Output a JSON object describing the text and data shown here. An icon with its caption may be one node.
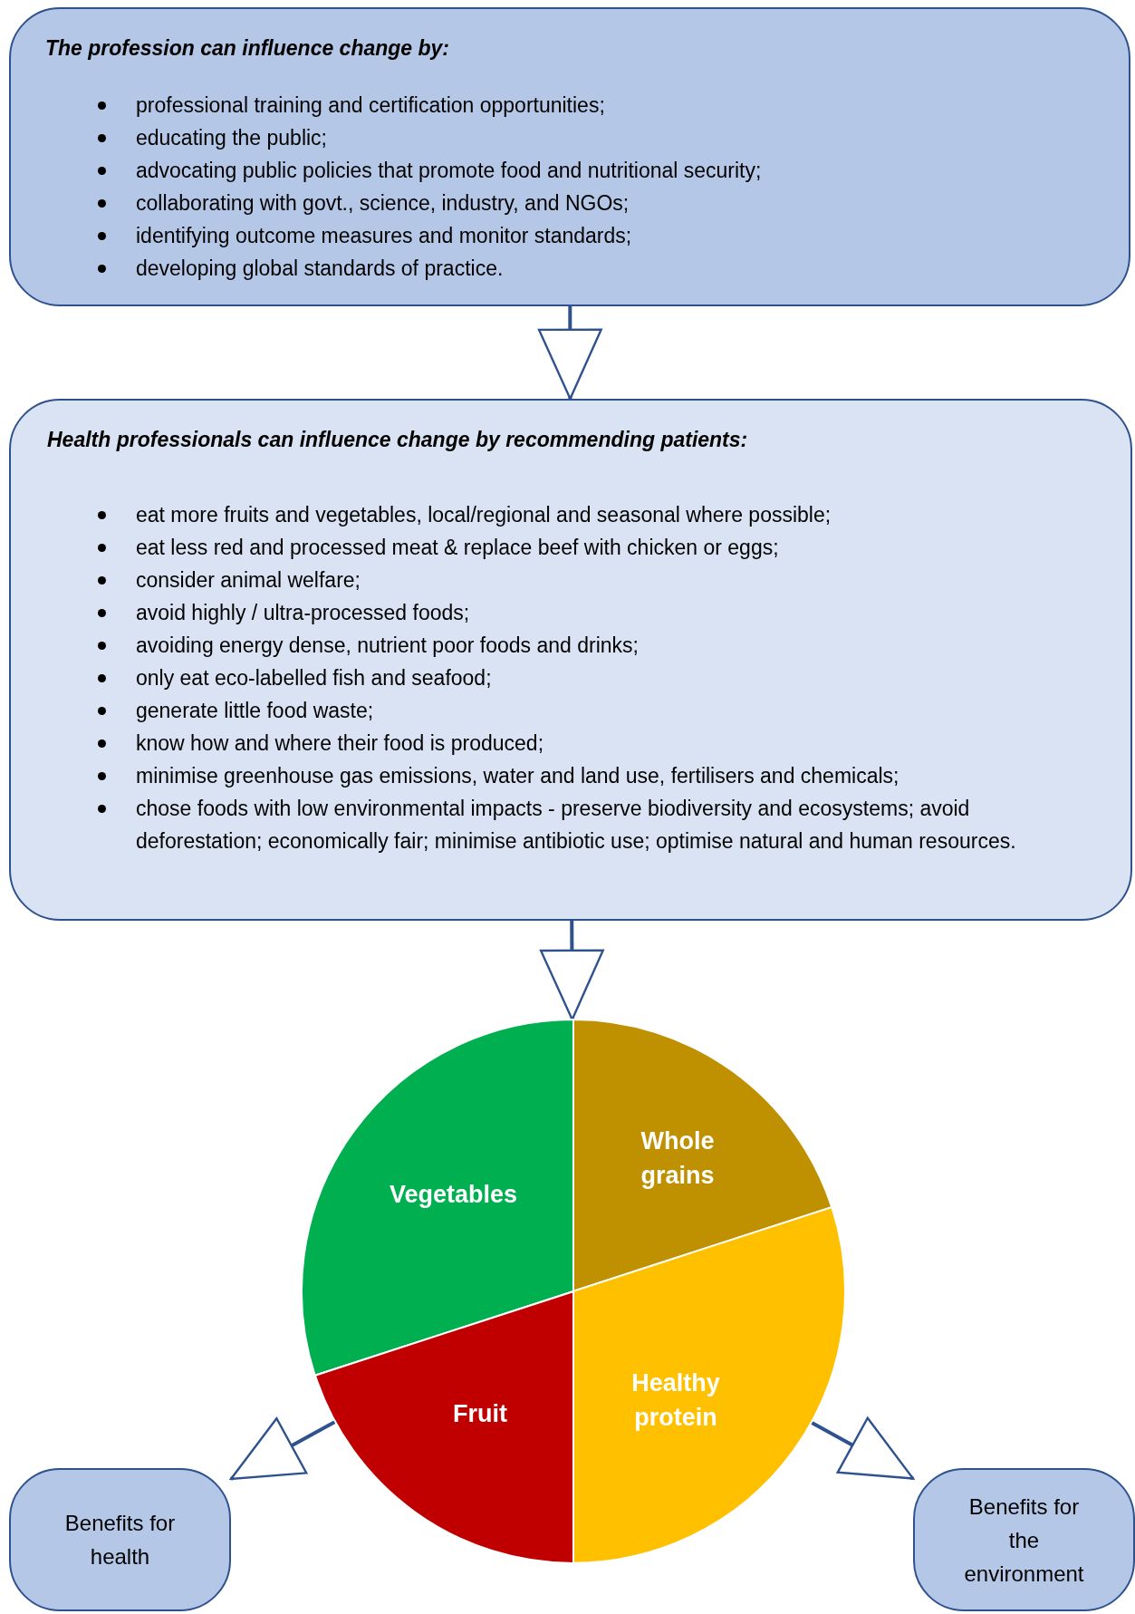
{
  "diagram": {
    "nodes": [
      {
        "text": [
          "The profession can influence change by:",
          "professional training and certification opportunities;",
          "educating the public;",
          "advocating public policies that promote food and nutritional security;",
          "collaborating with govt., science, industry, and NGOs;",
          "identifying outcome measures and monitor standards;",
          "developing global standards of practice."
        ]
      },
      {
        "text": [
          "Health professionals can influence change by recommending patients:",
          "eat more fruits and vegetables, local/regional and seasonal where possible;",
          "eat less red and processed meat & replace beef with chicken or eggs;",
          "consider animal welfare;",
          "avoid highly / ultra-processed foods;",
          "avoiding energy dense, nutrient poor foods and drinks;",
          "only eat eco-labelled fish and seafood;",
          "generate little food waste;",
          "know how and where their food is produced;",
          "minimise greenhouse gas emissions, water and land use, fertilisers and chemicals;",
          "chose foods with low environmental impacts - preserve biodiversity and ecosystems; avoid deforestation; economically fair; minimise antibiotic use; optimise natural and human resources."
        ]
      },
      {
        "text": [],
        "shape": "circle"
      },
      {
        "text": [
          "Vegetables"
        ],
        "in": 2
      },
      {
        "text": [
          "Whole grains"
        ],
        "in": 2
      },
      {
        "text": [
          "Fruit"
        ],
        "in": 2
      },
      {
        "text": [
          "Healthy protein"
        ],
        "in": 2
      },
      {
        "text": [
          "Benefits for health"
        ]
      },
      {
        "text": [
          "Benefits for the environment"
        ]
      }
    ],
    "edges": [
      {
        "from": 0,
        "to": 1,
        "arrow": "to"
      },
      {
        "from": 1,
        "to": 2,
        "arrow": "to"
      },
      {
        "from": 5,
        "to": 7,
        "arrow": "to"
      },
      {
        "from": 6,
        "to": 8,
        "arrow": "to"
      }
    ]
  }
}
